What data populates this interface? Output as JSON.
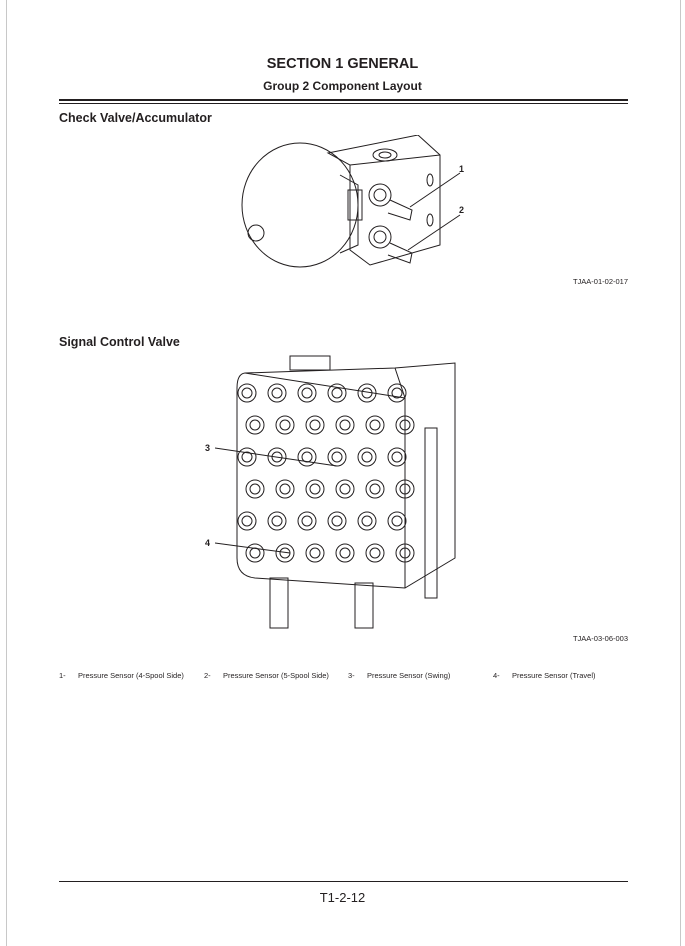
{
  "header": {
    "section": "SECTION 1 GENERAL",
    "group": "Group 2 Component Layout"
  },
  "figure1": {
    "heading": "Check Valve/Accumulator",
    "code": "TJAA-01-02-017",
    "callouts": [
      "1",
      "2"
    ]
  },
  "figure2": {
    "heading": "Signal Control Valve",
    "code": "TJAA-03-06-003",
    "callouts": [
      "3",
      "4"
    ]
  },
  "legend": [
    {
      "num": "1-",
      "label": "Pressure Sensor (4-Spool Side)"
    },
    {
      "num": "2-",
      "label": "Pressure Sensor (5-Spool Side)"
    },
    {
      "num": "3-",
      "label": "Pressure Sensor (Swing)"
    },
    {
      "num": "4-",
      "label": "Pressure Sensor (Travel)"
    }
  ],
  "footer": {
    "page": "T1-2-12"
  }
}
